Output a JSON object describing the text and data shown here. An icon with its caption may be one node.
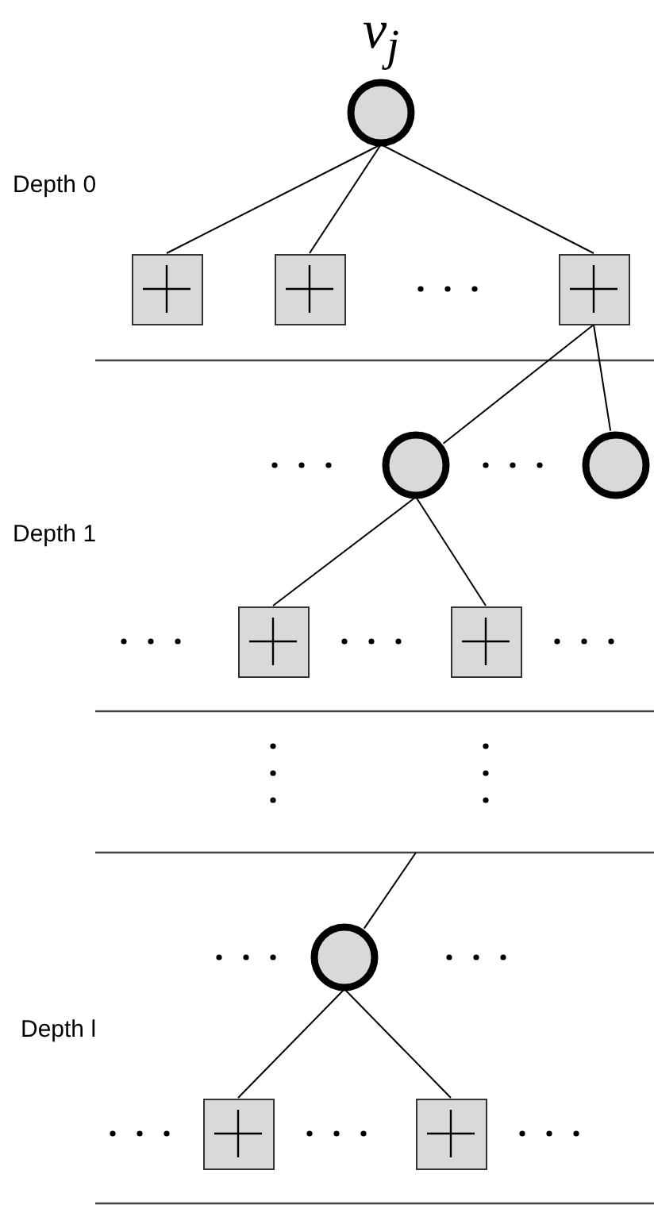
{
  "diagram": {
    "nodes": [
      {
        "text": [
          "v$_{j}$"
        ]
      },
      {
        "text": [],
        "shape": "box"
      },
      {
        "text": [],
        "shape": "box"
      },
      {
        "text": [],
        "shape": "box"
      },
      {
        "text": [],
        "shape": "circle"
      },
      {
        "text": [],
        "shape": "circle"
      },
      {
        "text": [],
        "shape": "box"
      },
      {
        "text": [],
        "shape": "box"
      },
      {
        "text": [],
        "shape": "circle"
      },
      {
        "text": [],
        "shape": "box"
      },
      {
        "text": [],
        "shape": "box"
      }
    ],
    "edges": [
      {
        "from": 0,
        "to": 1,
        "arrow": "none"
      },
      {
        "from": 0,
        "to": 2,
        "arrow": "none"
      },
      {
        "from": 0,
        "to": 3,
        "arrow": "none"
      },
      {
        "from": 3,
        "to": 4,
        "arrow": "none"
      },
      {
        "from": 3,
        "to": 5,
        "arrow": "none"
      },
      {
        "from": 4,
        "to": 6,
        "arrow": "none"
      },
      {
        "from": 4,
        "to": 7,
        "arrow": "none"
      },
      {
        "from": null,
        "to": 8,
        "arrow": "none"
      },
      {
        "from": 8,
        "to": 9,
        "arrow": "none"
      },
      {
        "from": 8,
        "to": 10,
        "arrow": "none"
      }
    ],
    "labels": [
      "Depth 0",
      "Depth 1",
      "Depth l"
    ]
  }
}
